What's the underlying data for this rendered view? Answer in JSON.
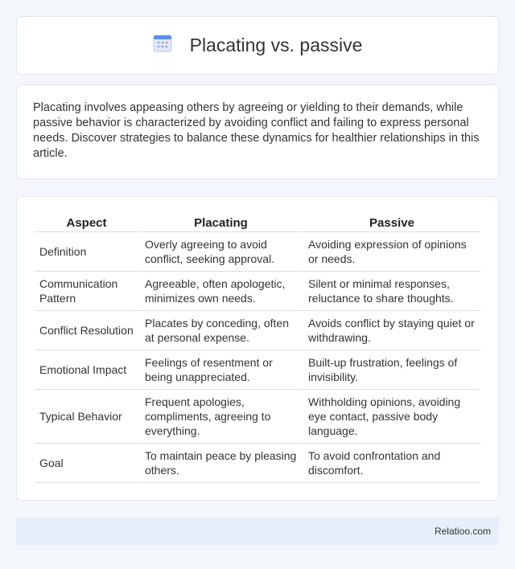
{
  "header": {
    "title": "Placating vs. passive",
    "icon": "calendar-icon"
  },
  "intro": {
    "text": "Placating involves appeasing others by agreeing or yielding to their demands, while passive behavior is characterized by avoiding conflict and failing to express personal needs. Discover strategies to balance these dynamics for healthier relationships in this article."
  },
  "table": {
    "headers": [
      "Aspect",
      "Placating",
      "Passive"
    ],
    "rows": [
      [
        "Definition",
        "Overly agreeing to avoid conflict, seeking approval.",
        "Avoiding expression of opinions or needs."
      ],
      [
        "Communication Pattern",
        "Agreeable, often apologetic, minimizes own needs.",
        "Silent or minimal responses, reluctance to share thoughts."
      ],
      [
        "Conflict Resolution",
        "Placates by conceding, often at personal expense.",
        "Avoids conflict by staying quiet or withdrawing."
      ],
      [
        "Emotional Impact",
        "Feelings of resentment or being unappreciated.",
        "Built-up frustration, feelings of invisibility."
      ],
      [
        "Typical Behavior",
        "Frequent apologies, compliments, agreeing to everything.",
        "Withholding opinions, avoiding eye contact, passive body language."
      ],
      [
        "Goal",
        "To maintain peace by pleasing others.",
        "To avoid confrontation and discomfort."
      ]
    ]
  },
  "footer": {
    "brand": "Relatioo.com"
  }
}
